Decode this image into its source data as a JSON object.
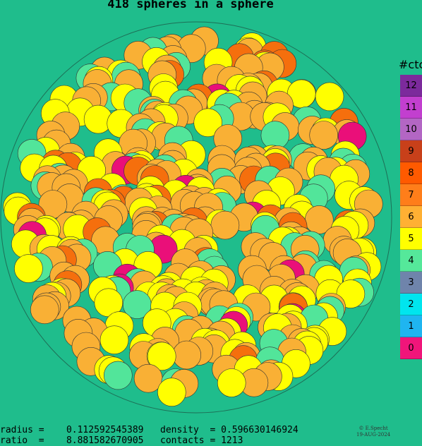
{
  "title": "418 spheres in a sphere",
  "legend": {
    "title": "#ctc",
    "items": [
      {
        "label": "12",
        "color": "#7c2a9c"
      },
      {
        "label": "11",
        "color": "#c23fcf"
      },
      {
        "label": "10",
        "color": "#b366c4"
      },
      {
        "label": "9",
        "color": "#c8401a"
      },
      {
        "label": "8",
        "color": "#ff5a00"
      },
      {
        "label": "7",
        "color": "#ff7e1a"
      },
      {
        "label": "6",
        "color": "#ffb033"
      },
      {
        "label": "5",
        "color": "#ffff00"
      },
      {
        "label": "4",
        "color": "#55e89a"
      },
      {
        "label": "3",
        "color": "#6f84ab"
      },
      {
        "label": "2",
        "color": "#00e5ee"
      },
      {
        "label": "1",
        "color": "#1fb5f0"
      },
      {
        "label": "0",
        "color": "#f0157a"
      }
    ]
  },
  "stats": {
    "radius_label": "radius =",
    "radius_value": "0.112592545389",
    "density_label": "density  =",
    "density_value": "0.596630146924",
    "ratio_label": "ratio  =",
    "ratio_value": "8.881582670905",
    "contacts_label": "contacts =",
    "contacts_value": "1213"
  },
  "credit": {
    "line1": "© E.Specht",
    "line2": "19-AUG-2024"
  },
  "colors": {
    "background": "#1fbd8c",
    "sphere_yellow": "#ffff00",
    "sphere_light_orange": "#f9b035",
    "sphere_orange": "#f56f0d",
    "sphere_green": "#52e59a",
    "sphere_pink": "#ea0f79"
  }
}
